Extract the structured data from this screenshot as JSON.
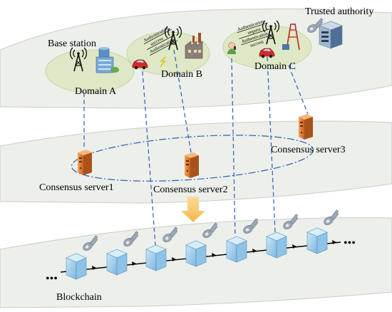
{
  "layers": {
    "top": {
      "domains": [
        {
          "id": "a",
          "label": "Domain A"
        },
        {
          "id": "b",
          "label": "Domain B"
        },
        {
          "id": "c",
          "label": "Domain C"
        }
      ],
      "base_station_label": "Base station",
      "trusted_authority_label": "Trusted authority",
      "messages_b": [
        "Authentication",
        "success",
        "Authentication"
      ],
      "messages_c": [
        "Authentication",
        "request",
        "Authentication",
        "success"
      ]
    },
    "middle": {
      "servers": [
        {
          "id": "1",
          "label": "Consensus server1"
        },
        {
          "id": "2",
          "label": "Consensus server2"
        },
        {
          "id": "3",
          "label": "Consensus server3"
        }
      ]
    },
    "bottom": {
      "label": "Blockchain",
      "ellipsis_left": "•••",
      "ellipsis_right": "•••"
    }
  },
  "colors": {
    "dashed_link": "#2e5cb8",
    "layer_plate": "#ecefea",
    "domain_ellipse": "#dfe8c6",
    "server_orange": "#e8833a",
    "block_blue": "#a8d4f0",
    "arrow_orange": "#f7c56b"
  },
  "icons": [
    "base-station-tower-icon",
    "car-icon",
    "building-icon",
    "factory-icon",
    "person-phone-icon",
    "server-icon",
    "block-cube-icon",
    "key-icon",
    "trusted-authority-icon"
  ]
}
